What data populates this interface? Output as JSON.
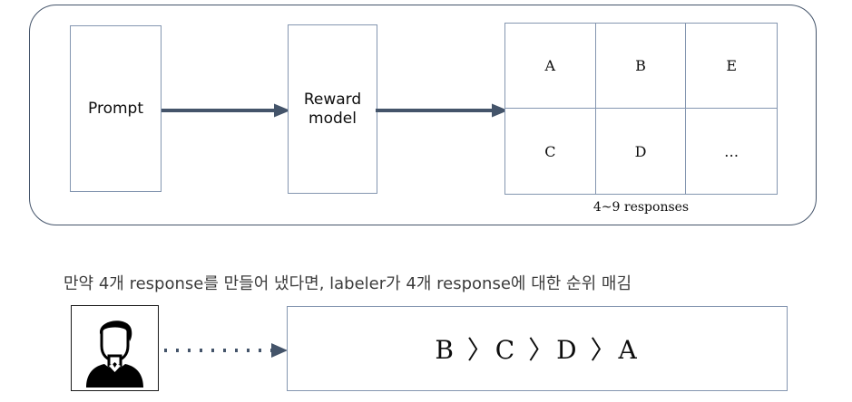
{
  "diagram": {
    "title": "RLHF reward model response ranking diagram",
    "colors": {
      "group_border": "#44546A",
      "box_border": "#8496B0",
      "arrow": "#44546A",
      "avatar_border": "#1a1a1a",
      "note_text": "#3c3c3c",
      "text": "#0d0d0d",
      "background": "#ffffff"
    },
    "pipeline": {
      "prompt_label": "Prompt",
      "reward_model_label": "Reward\nmodel",
      "arrow_prompt_to_reward": "solid-arrow-right",
      "arrow_reward_to_table": "solid-arrow-right",
      "responses_table": {
        "rows": [
          [
            "A",
            "B",
            "E"
          ],
          [
            "C",
            "D",
            "…"
          ]
        ],
        "caption": "4~9 responses"
      }
    },
    "labeling": {
      "note": "만약 4개 response를 만들어 냈다면, labeler가 4개 response에 대한 순위 매김",
      "avatar_icon": "person-silhouette-icon",
      "arrow_avatar_to_ranking": "dotted-arrow-right",
      "ranking_text": "B 〉C 〉D 〉A"
    }
  }
}
